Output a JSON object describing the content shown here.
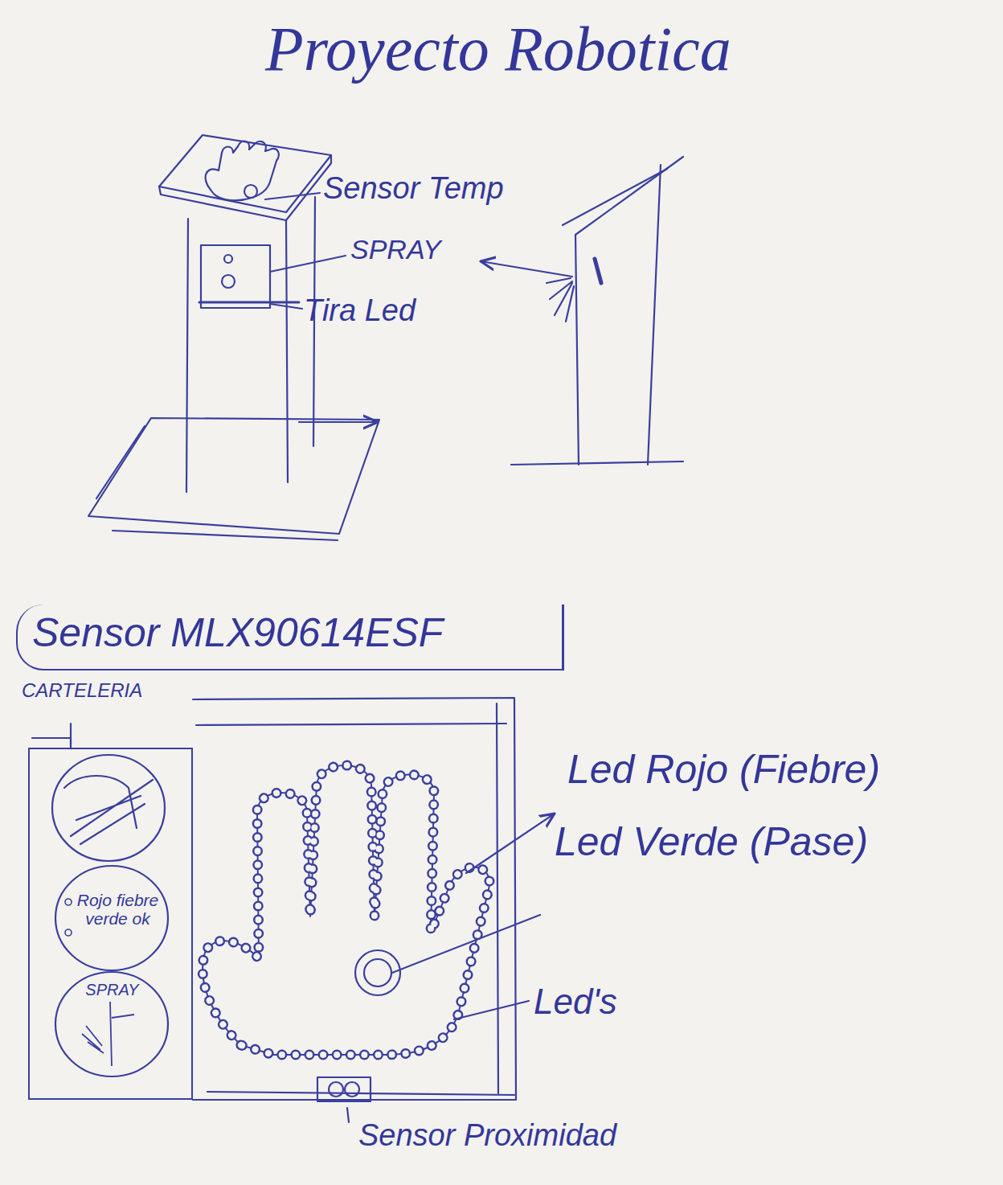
{
  "diagram": {
    "title": "Proyecto Robotica",
    "nodes": [
      {
        "text": [
          "Sensor MLX90614ESF"
        ]
      },
      {
        "text": [
          "CARTELERIA"
        ]
      },
      {
        "text": [
          "Rojo fiebre verde ok"
        ],
        "in": 1
      },
      {
        "text": [
          "SPRAY"
        ],
        "in": 1
      }
    ],
    "labels": [
      "Sensor Temp",
      "SPRAY",
      "Tira Led",
      "Led Rojo (Fiebre)",
      "Led Verde (Pase)",
      "Led's",
      "Sensor Proximidad"
    ]
  }
}
